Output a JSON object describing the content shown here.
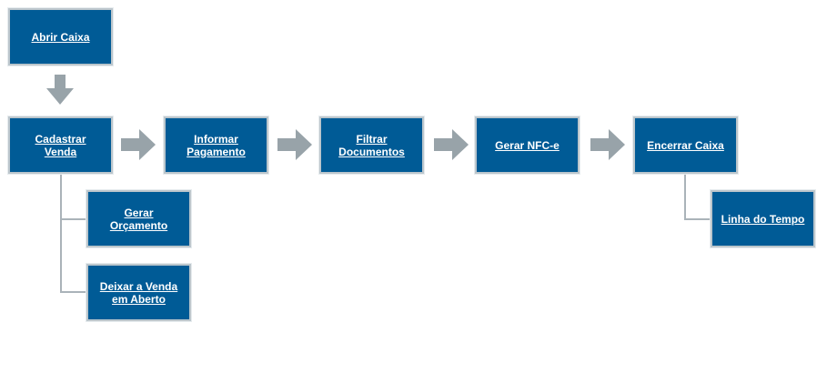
{
  "diagram": {
    "colors": {
      "box_fill": "#005b96",
      "box_border": "#bcc6cc",
      "arrow": "#98a3a9",
      "connector": "#aab3b9",
      "label": "#ffffff"
    },
    "nodes": {
      "abrir_caixa": "Abrir Caixa",
      "cadastrar_venda": "Cadastrar\nVenda",
      "informar_pagamento": "Informar\nPagamento",
      "filtrar_documentos": "Filtrar\nDocumentos",
      "gerar_nfce": "Gerar NFC-e",
      "encerrar_caixa": "Encerrar Caixa",
      "gerar_orcamento": "Gerar\nOrçamento",
      "deixar_venda_aberto": "Deixar a Venda\nem Aberto",
      "linha_do_tempo": "Linha do Tempo"
    }
  }
}
